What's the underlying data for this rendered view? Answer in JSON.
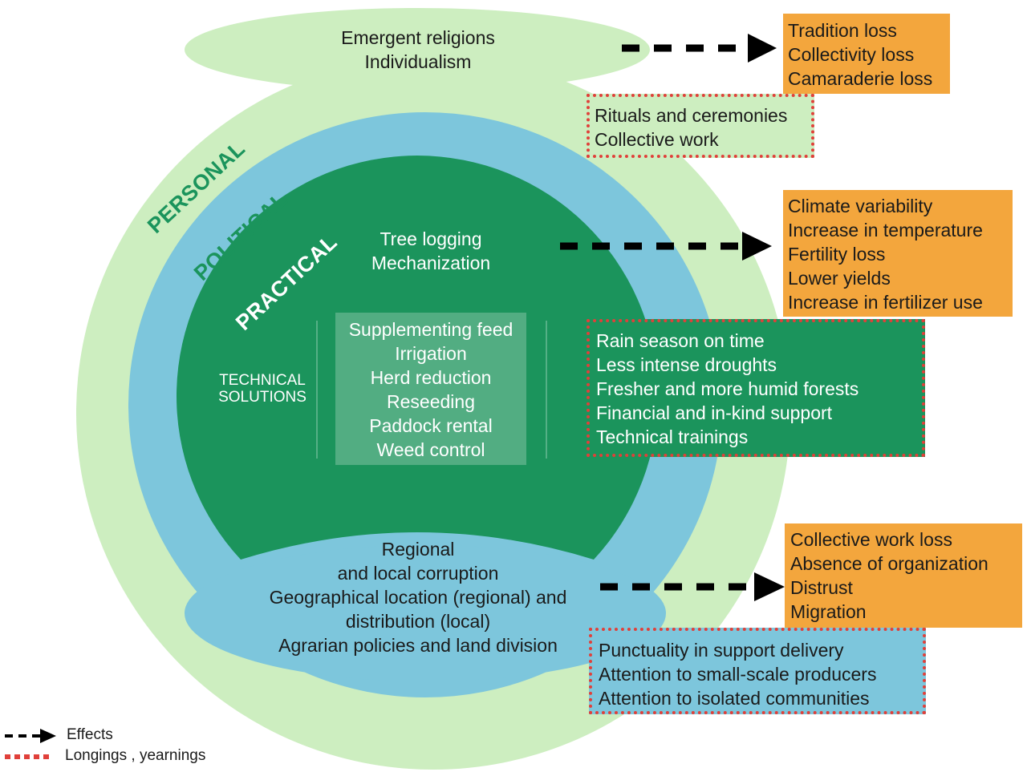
{
  "colors": {
    "personal": "#cdeec0",
    "political": "#7dc6dc",
    "practical": "#1b945c",
    "effect_box": "#f3a63d",
    "longing_border": "#e0403a",
    "technical_box": "#52ad82"
  },
  "layers": {
    "personal_label": "PERSONAL",
    "political_label": "POLITICAL",
    "practical_label": "PRACTICAL"
  },
  "personal": {
    "causes": [
      "Emergent religions",
      "Individualism"
    ],
    "effects": [
      "Tradition loss",
      "Collectivity loss",
      "Camaraderie loss"
    ],
    "longings": [
      "Rituals and ceremonies",
      "Collective work"
    ]
  },
  "practical": {
    "causes": [
      "Tree logging",
      "Mechanization"
    ],
    "technical_label": [
      "TECHNICAL",
      "SOLUTIONS"
    ],
    "technical_solutions": [
      "Supplementing feed",
      "Irrigation",
      "Herd reduction",
      "Reseeding",
      "Paddock rental",
      "Weed control"
    ],
    "effects": [
      "Climate variability",
      "Increase in temperature",
      "Fertility loss",
      "Lower yields",
      "Increase in fertilizer use"
    ],
    "longings": [
      "Rain season on time",
      "Less intense droughts",
      "Fresher and more humid forests",
      "Financial and in-kind support",
      "Technical trainings"
    ]
  },
  "political": {
    "causes": [
      "Regional",
      "and local corruption",
      "Geographical location (regional) and",
      "distribution (local)",
      "Agrarian policies and land division"
    ],
    "effects": [
      "Collective work loss",
      "Absence of organization",
      "Distrust",
      "Migration"
    ],
    "longings": [
      "Punctuality in support delivery",
      "Attention to small-scale producers",
      "Attention to isolated communities"
    ]
  },
  "legend": {
    "effects": "Effects",
    "longings": "Longings , yearnings"
  }
}
